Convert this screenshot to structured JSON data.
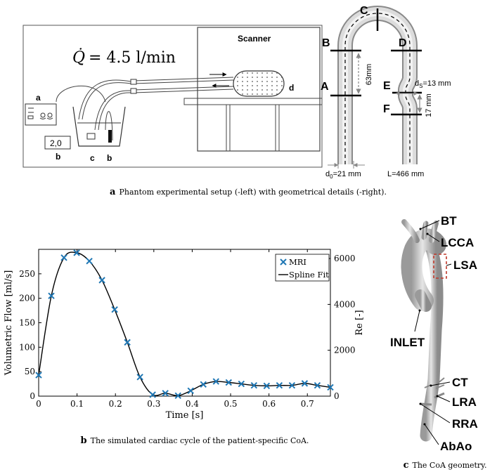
{
  "panel_a": {
    "equation_lhs": "Q̇",
    "equation_rhs": "= 4.5 l/min",
    "scanner_label": "Scanner",
    "labels": {
      "a": "a",
      "b_display": "2,0",
      "b1": "b",
      "c": "c",
      "b2": "b",
      "d": "d"
    },
    "geometry": {
      "A": "A",
      "B": "B",
      "C": "C",
      "D": "D",
      "E": "E",
      "F": "F",
      "len_63": "63mm",
      "len_17": "17 mm",
      "ds": "d",
      "ds_sub": "S",
      "ds_val": "=13 mm",
      "d0": "d",
      "d0_sub": "0",
      "d0_val": "=21 mm",
      "L": "L=466 mm"
    },
    "caption_letter": "a",
    "caption_text": "Phantom experimental setup (-left) with geometrical details (-right)."
  },
  "panel_b": {
    "caption_letter": "b",
    "caption_text": "The simulated cardiac cycle of the patient-specific CoA."
  },
  "panel_c": {
    "labels": [
      "BT",
      "LCCA",
      "LSA",
      "INLET",
      "CT",
      "LRA",
      "RRA",
      "AbAo"
    ],
    "caption_letter": "c",
    "caption_text": "The CoA geometry."
  },
  "chart_data": {
    "type": "line",
    "xlabel": "Time [s]",
    "ylabel": "Volumetric Flow [ml/s]",
    "y2label": "Re [-]",
    "xlim": [
      0,
      0.76
    ],
    "ylim": [
      0,
      300
    ],
    "y2lim": [
      0,
      6400
    ],
    "xticks": [
      "0",
      "0.1",
      "0.2",
      "0.3",
      "0.4",
      "0.5",
      "0.6",
      "0.7"
    ],
    "yticks": [
      "0",
      "50",
      "100",
      "150",
      "200",
      "250"
    ],
    "y2ticks": [
      "0",
      "2000",
      "4000",
      "6000"
    ],
    "legend_position": "top-right",
    "series": [
      {
        "name": "MRI",
        "marker": "x",
        "color": "#1f77b4",
        "x": [
          0,
          0.033,
          0.066,
          0.099,
          0.132,
          0.165,
          0.198,
          0.231,
          0.264,
          0.297,
          0.33,
          0.363,
          0.396,
          0.429,
          0.462,
          0.495,
          0.528,
          0.561,
          0.594,
          0.627,
          0.66,
          0.693,
          0.726,
          0.76
        ],
        "values": [
          43,
          205,
          283,
          293,
          276,
          237,
          177,
          110,
          39,
          3,
          6,
          1,
          11,
          24,
          30,
          28,
          25,
          22,
          21,
          22,
          22,
          26,
          22,
          18
        ]
      },
      {
        "name": "Spline Fit",
        "color": "#000000",
        "x": [
          0,
          0.033,
          0.066,
          0.099,
          0.132,
          0.165,
          0.198,
          0.231,
          0.264,
          0.297,
          0.33,
          0.363,
          0.396,
          0.429,
          0.462,
          0.495,
          0.528,
          0.561,
          0.594,
          0.627,
          0.66,
          0.693,
          0.726,
          0.76
        ],
        "values": [
          43,
          205,
          283,
          293,
          276,
          237,
          177,
          110,
          39,
          3,
          6,
          1,
          11,
          24,
          30,
          28,
          25,
          22,
          21,
          22,
          22,
          26,
          22,
          18
        ]
      }
    ]
  }
}
